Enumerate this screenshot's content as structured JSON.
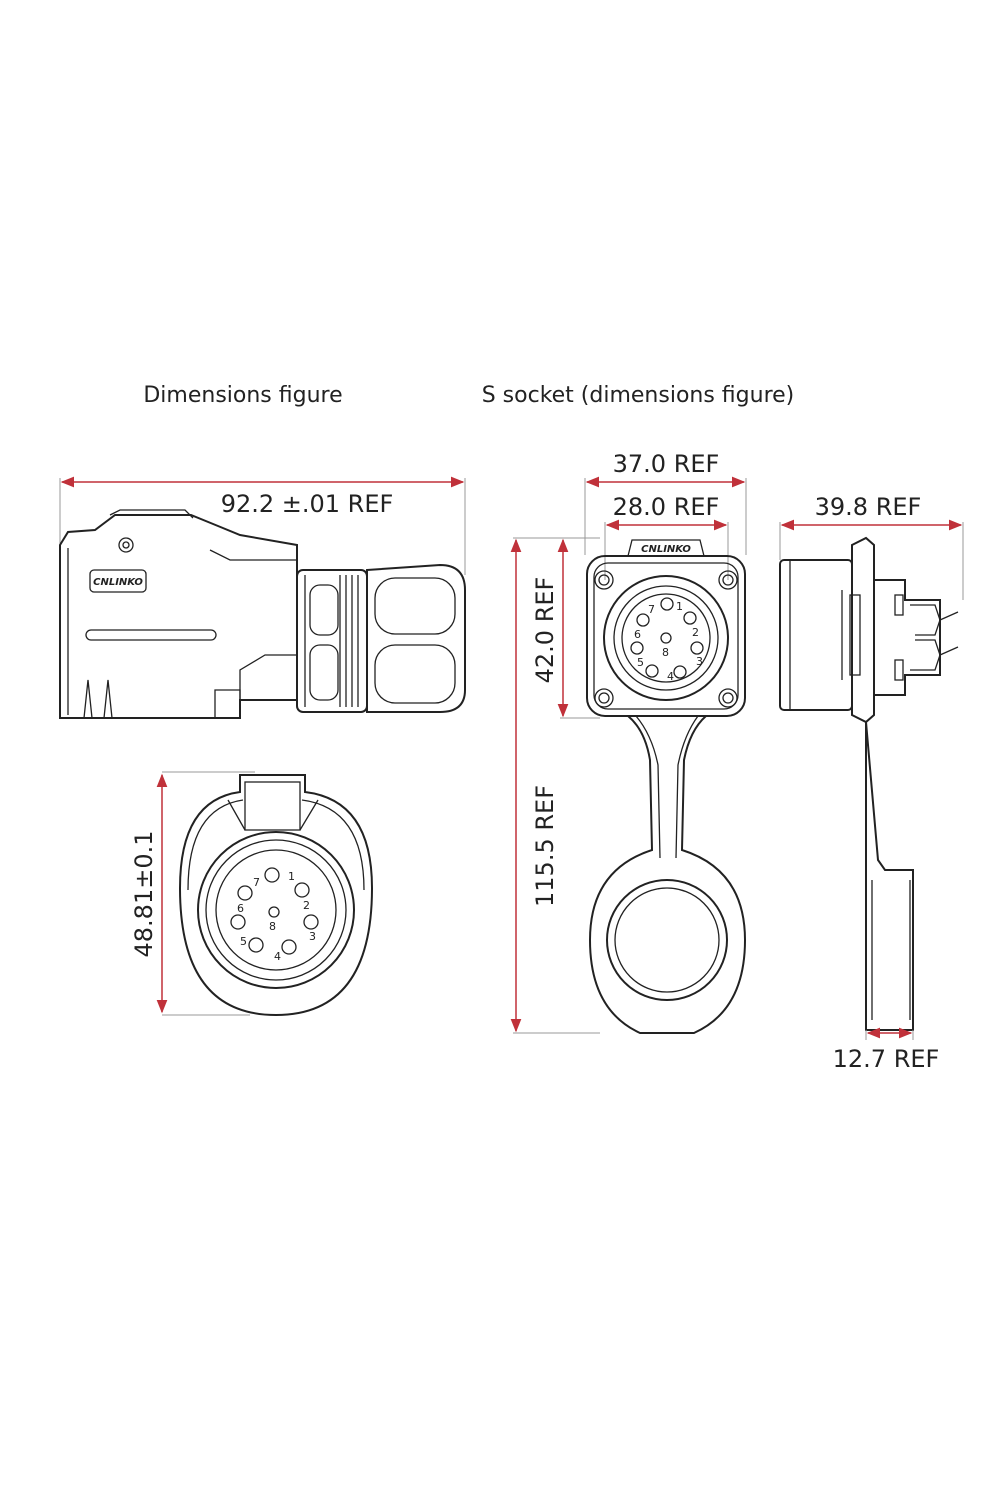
{
  "captions": {
    "left": "Dimensions figure",
    "right": "S socket (dimensions figure)"
  },
  "dimensions": {
    "plug_length": "92.2 ±.01 REF",
    "plug_diameter": "48.81±0.1",
    "socket_outer_width": "37.0 REF",
    "socket_hole_spacing": "28.0 REF",
    "socket_flange_height": "42.0 REF",
    "socket_total_height": "115.5 REF",
    "socket_depth": "39.8 REF",
    "cap_thickness": "12.7 REF"
  },
  "brand_logo": "CNLINKO",
  "plug_pins": [
    "1",
    "2",
    "3",
    "4",
    "5",
    "6",
    "7",
    "8"
  ],
  "socket_pins": [
    "1",
    "2",
    "3",
    "4",
    "5",
    "6",
    "7",
    "8"
  ]
}
